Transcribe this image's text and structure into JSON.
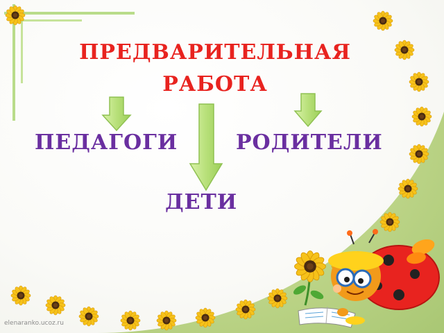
{
  "slide": {
    "title_line1": "ПРЕДВАРИТЕЛЬНАЯ",
    "title_line2": "РАБОТА",
    "teachers": "ПЕДАГОГИ",
    "parents": "РОДИТЕЛИ",
    "children": "ДЕТИ"
  },
  "watermark": "elenaranko.ucoz.ru",
  "colors": {
    "title": "#e8231f",
    "labels": "#6a2fa0",
    "arrow_fill": "#b8e07a",
    "background_green": "#c9dc9b"
  },
  "decorations": {
    "corner": "green-frame-lines",
    "flowers": "sunflower-icon",
    "character": "ladybug-reading-book-character"
  }
}
